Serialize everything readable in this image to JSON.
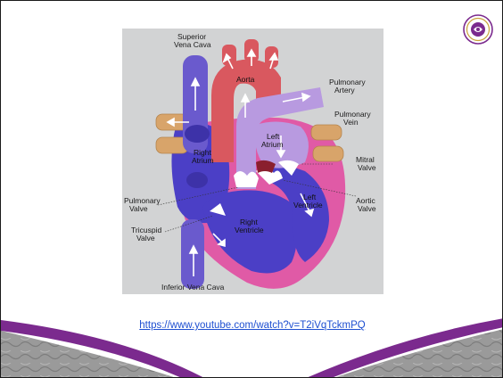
{
  "diagram": {
    "labels": {
      "superior_vena_cava_1": "Superior",
      "superior_vena_cava_2": "Vena Cava",
      "aorta": "Aorta",
      "pulmonary_artery_1": "Pulmonary",
      "pulmonary_artery_2": "Artery",
      "pulmonary_vein_1": "Pulmonary",
      "pulmonary_vein_2": "Vein",
      "left_atrium_1": "Left",
      "left_atrium_2": "Atrium",
      "right_atrium_1": "Right",
      "right_atrium_2": "Atrium",
      "mitral_valve_1": "Mitral",
      "mitral_valve_2": "Valve",
      "aortic_valve_1": "Aortic",
      "aortic_valve_2": "Valve",
      "left_ventricle_1": "Left",
      "left_ventricle_2": "Ventricle",
      "right_ventricle_1": "Right",
      "right_ventricle_2": "Ventricle",
      "pulmonary_valve_1": "Pulmonary",
      "pulmonary_valve_2": "Valve",
      "tricuspid_valve_1": "Tricuspid",
      "tricuspid_valve_2": "Valve",
      "inferior_vena_cava": "Inferior Vena Cava"
    }
  },
  "link": {
    "text": "https://www.youtube.com/watch?v=T2iVqTckmPQ"
  },
  "colors": {
    "vena_cava_blue": "#6a5acd",
    "aorta_red": "#d9585f",
    "pulmonary_lavender": "#b89ae0",
    "vein_tan": "#d8a46a",
    "ventricle_blue": "#4b3fc6",
    "heart_wall_pink": "#e05aa6",
    "link_blue": "#1e4fd1",
    "footer_purple": "#7b2a8e"
  }
}
